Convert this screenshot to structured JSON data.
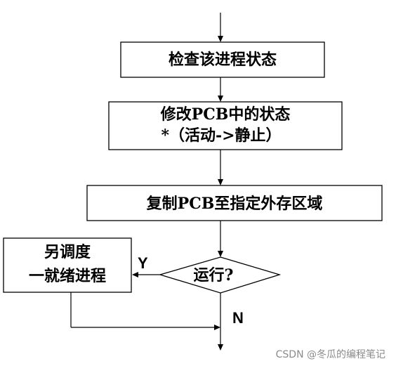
{
  "nodes": {
    "check_state": {
      "line1": "检查该进程状态"
    },
    "modify_pcb": {
      "line1": "修改PCB中的状态",
      "line2": "*（活动->静止）"
    },
    "copy_pcb": {
      "line1": "复制PCB至指定外存区域"
    },
    "running": {
      "line1": "运行?"
    },
    "reschedule": {
      "line1": "另调度",
      "line2": "一就绪进程"
    }
  },
  "edges": {
    "yes_label": "Y",
    "no_label": "N"
  },
  "watermark": "CSDN @冬瓜的编程笔记",
  "colors": {
    "stroke": "#000000",
    "background": "#ffffff",
    "watermark": "#8a8a8a"
  }
}
